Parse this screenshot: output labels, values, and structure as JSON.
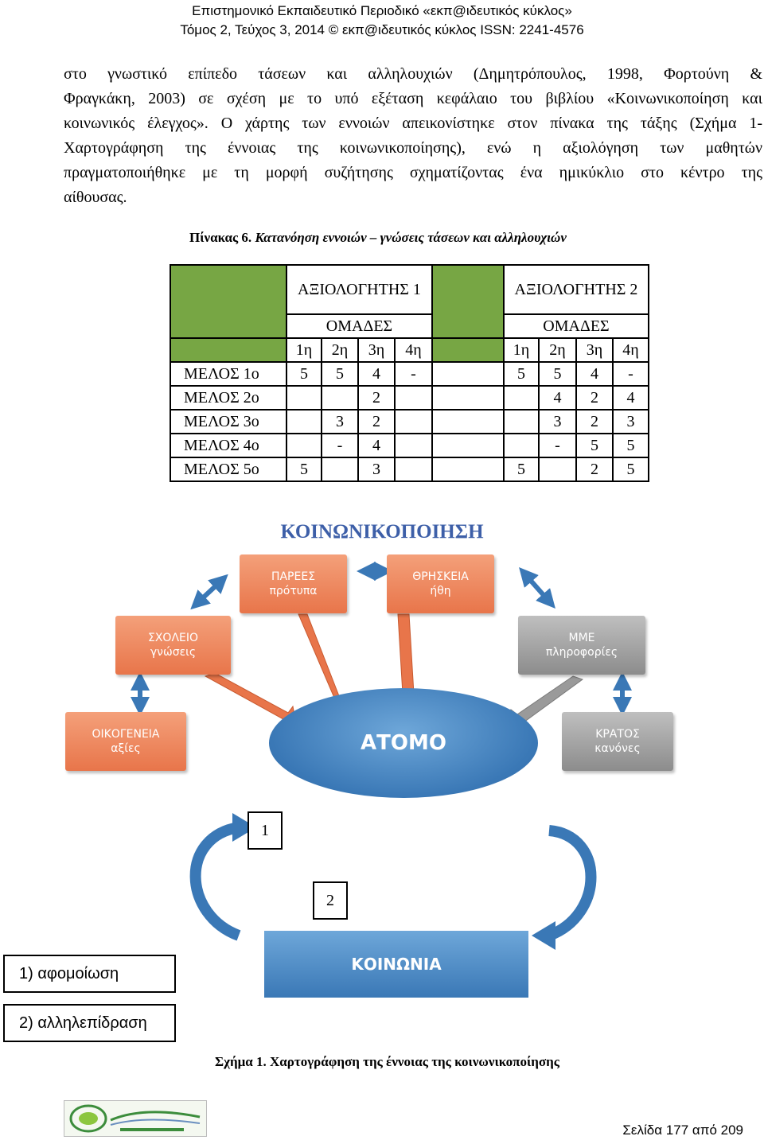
{
  "header": {
    "line1": "Επιστημονικό Εκπαιδευτικό Περιοδικό «εκπ@ιδευτικός κύκλος»",
    "line2": "Τόμος 2, Τεύχος 3, 2014 © εκπ@ιδευτικός κύκλος ISSN: 2241-4576"
  },
  "paragraph": {
    "lines": [
      "στο γνωστικό  επίπεδο τάσεων και αλληλουχιών (Δημητρόπουλος, 1998, Φορτούνη &",
      "Φραγκάκη, 2003) σε σχέση με το υπό εξέταση κεφάλαιο του βιβλίου «Κοινωνικοποίηση και",
      "κοινωνικός έλεγχος». Ο χάρτης των εννοιών απεικονίστηκε στον πίνακα της τάξης (Σχήμα 1-",
      "Χαρτογράφηση της έννοιας της κοινωνικοποίησης), ενώ η αξιολόγηση των μαθητών",
      "πραγματοποιήθηκε με τη μορφή συζήτησης σχηματίζοντας ένα ημικύκλιο στο κέντρο της",
      "αίθουσας."
    ]
  },
  "table_caption": {
    "label": "Πίνακας 6. ",
    "text": "Κατανόηση εννοιών – γνώσεις τάσεων και αλληλουχιών"
  },
  "table": {
    "evaluator1": "ΑΞΙΟΛΟΓΗΤΗΣ 1",
    "evaluator2": "ΑΞΙΟΛΟΓΗΤΗΣ 2",
    "groups_label": "ΟΜΑΔΕΣ",
    "groups": [
      "1η",
      "2η",
      "3η",
      "4η"
    ],
    "rows": [
      {
        "label": "ΜΕΛΟΣ 1ο",
        "e1": [
          "5",
          "5",
          "4",
          "-"
        ],
        "e2": [
          "5",
          "5",
          "4",
          "-"
        ]
      },
      {
        "label": "ΜΕΛΟΣ 2ο",
        "e1": [
          "",
          "",
          "2",
          ""
        ],
        "e2": [
          "",
          "4",
          "2",
          "4"
        ]
      },
      {
        "label": "ΜΕΛΟΣ 3ο",
        "e1": [
          "",
          "3",
          "2",
          ""
        ],
        "e2": [
          "",
          "3",
          "2",
          "3"
        ]
      },
      {
        "label": "ΜΕΛΟΣ 4ο",
        "e1": [
          "",
          "-",
          "4",
          ""
        ],
        "e2": [
          "",
          "-",
          "5",
          "5"
        ]
      },
      {
        "label": "ΜΕΛΟΣ 5ο",
        "e1": [
          "5",
          "",
          "3",
          ""
        ],
        "e2": [
          "5",
          "",
          "2",
          "5"
        ]
      }
    ]
  },
  "diagram": {
    "title": "ΚΟΙΝΩΝΙΚΟΠΟΙΗΣΗ",
    "nodes": {
      "peers": [
        "ΠΑΡΕΕΣ",
        "πρότυπα"
      ],
      "religion": [
        "ΘΡΗΣΚΕΙΑ",
        "ήθη"
      ],
      "school": [
        "ΣΧΟΛΕΙΟ",
        "γνώσεις"
      ],
      "media": [
        "ΜΜΕ",
        "πληροφορίες"
      ],
      "family": [
        "ΟΙΚΟΓΕΝΕΙΑ",
        "αξίες"
      ],
      "state": [
        "ΚΡΑΤΟΣ",
        "κανόνες"
      ]
    },
    "center": "ΑΤΟΜΟ",
    "society": "ΚΟΙΝΩΝΙΑ",
    "num1": "1",
    "num2": "2",
    "legend1": "1)  αφομοίωση",
    "legend2": "2)  αλληλεπίδραση",
    "colors": {
      "orange": "#e8754a",
      "grey": "#8c8c8c",
      "blue": "#3a78b6",
      "title": "#3d5fa8",
      "table_green": "#77a644"
    }
  },
  "figure_caption": "Σχήμα 1. Χαρτογράφηση της έννοιας της κοινωνικοποίησης",
  "logo_icon": "journal-logo",
  "footer": "Σελίδα 177 από 209"
}
